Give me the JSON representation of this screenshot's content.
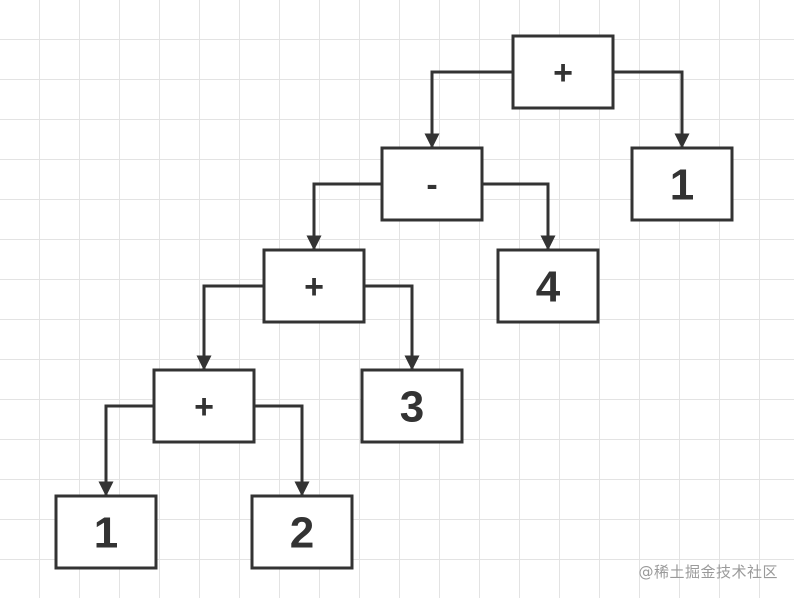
{
  "nodes": [
    {
      "id": "root",
      "label": "+"
    },
    {
      "id": "n-minus",
      "label": "-"
    },
    {
      "id": "n-1-top",
      "label": "1"
    },
    {
      "id": "n-plus-mid",
      "label": "+"
    },
    {
      "id": "n-4",
      "label": "4"
    },
    {
      "id": "n-plus-low",
      "label": "+"
    },
    {
      "id": "n-3",
      "label": "3"
    },
    {
      "id": "n-1-bottom",
      "label": "1"
    },
    {
      "id": "n-2",
      "label": "2"
    }
  ],
  "edges": [
    {
      "from": "root",
      "to": "n-minus"
    },
    {
      "from": "root",
      "to": "n-1-top"
    },
    {
      "from": "n-minus",
      "to": "n-plus-mid"
    },
    {
      "from": "n-minus",
      "to": "n-4"
    },
    {
      "from": "n-plus-mid",
      "to": "n-plus-low"
    },
    {
      "from": "n-plus-mid",
      "to": "n-3"
    },
    {
      "from": "n-plus-low",
      "to": "n-1-bottom"
    },
    {
      "from": "n-plus-low",
      "to": "n-2"
    }
  ],
  "colors": {
    "stroke": "#333333",
    "grid": "#e3e3e3",
    "watermark": "#9a9a9a"
  },
  "watermark": "@稀土掘金技术社区"
}
